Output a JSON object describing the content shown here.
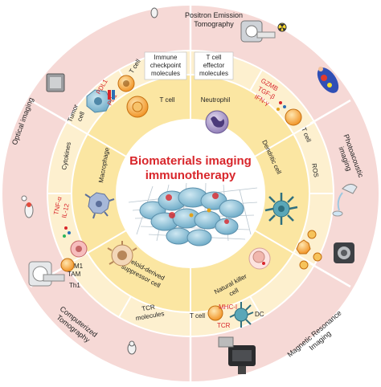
{
  "center": {
    "title_line1": "Biomaterials imaging",
    "title_line2": "immunotherapy"
  },
  "outer_ring": {
    "pet": [
      "Positron Emission",
      "Tomography"
    ],
    "photoacoustic": [
      "Photoacoustic",
      "imaging"
    ],
    "mri": [
      "Magnetic Resonance",
      "Imaging"
    ],
    "ct": [
      "Computerized",
      "Tomography"
    ],
    "optical": "Optical imaging"
  },
  "middle_ring": {
    "immune_checkpoint": [
      "Immune",
      "checkpoint",
      "molecules"
    ],
    "t_cell_effector": [
      "T cell",
      "effector",
      "molecules"
    ],
    "cytokines": "Cytokines",
    "ros": "ROS",
    "tcr_molecules": [
      "TCR",
      "molecules"
    ],
    "tumor_cell": [
      "Tumor",
      "cell"
    ],
    "t_cell_top_left": "T cell",
    "t_cell_right": "T cell",
    "t_cell_bottom": "T cell",
    "dc": "DC",
    "pdl1": "PDL1",
    "pd1": "PD1",
    "gzmb": "GZMB",
    "tgfb": "TGF-β",
    "ifng": "IFN-γ",
    "tnfa": "TNF-α",
    "il12": "IL-12",
    "mhc": "MHC-I",
    "tcr": "TCR",
    "m1": "M1",
    "tam": "TAM",
    "th1": "Th1"
  },
  "inner_ring": {
    "t_cell": "T cell",
    "neutrophil": "Neutrophil",
    "dendritic_cell": "Dendritic cell",
    "nk_cell": [
      "Natural killer",
      "cell"
    ],
    "mdsc": [
      "Myeloid-derived",
      "suppressor cell"
    ],
    "macrophage": "Macrophage"
  },
  "colors": {
    "outer": "#f6d9d6",
    "middle": "#fdf0cf",
    "inner": "#fbe6a2",
    "red": "#d8262b",
    "orange": "#f2a33b",
    "tumor": "#8fc4dc"
  }
}
